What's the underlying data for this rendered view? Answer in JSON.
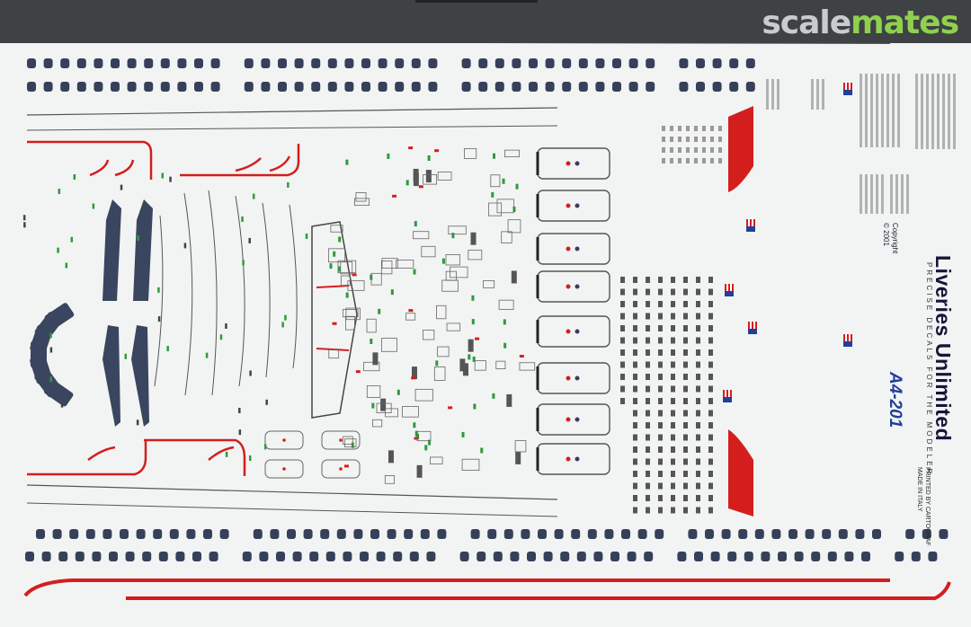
{
  "watermark": {
    "part1": "scale",
    "part2": "mates"
  },
  "sheet": {
    "brand": "Liveries Unlimited",
    "tagline": "PRECISE DECALS FOR THE MODELER",
    "model": "A4-201",
    "copyright_line1": "Copyright",
    "copyright_line2": "© 2001",
    "printer_line1": "PRINTED BY CARTOGRAF",
    "printer_line2": "MADE IN ITALY"
  },
  "colors": {
    "livery_red": "#d41e1e",
    "window_navy": "#37405a",
    "stencil_green": "#2f9a3a",
    "background": "#f2f4f3",
    "header": "#3f4244",
    "brand_navy": "#16163a",
    "model_blue": "#213f9a"
  }
}
